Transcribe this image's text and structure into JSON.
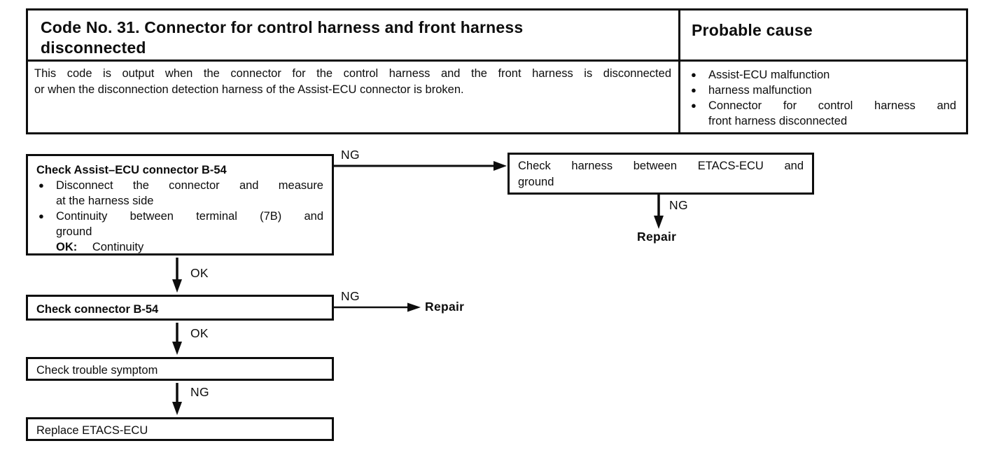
{
  "colors": {
    "ink": "#0d0d0d",
    "paper": "#ffffff"
  },
  "glyphs": {
    "bullet": "●"
  },
  "header_table": {
    "title_lines": [
      "Code No. 31. Connector for control harness and front harness",
      "disconnected"
    ],
    "probable_cause_heading": "Probable cause",
    "description_lines": [
      "This code is output when the connector for the control harness and the front harness is disconnected",
      "or when the disconnection detection harness of the Assist-ECU connector is broken."
    ],
    "probable_causes": [
      {
        "lines": [
          "Assist-ECU malfunction",
          ""
        ]
      },
      {
        "lines": [
          "harness malfunction",
          ""
        ]
      },
      {
        "lines": [
          "Connector for control harness and",
          "front harness disconnected"
        ]
      }
    ]
  },
  "flowchart": {
    "assist_box": {
      "title": "Check Assist–ECU connector B-54",
      "bullet1_lines": [
        "Disconnect the connector and measure",
        "at the harness side"
      ],
      "bullet2_lines": [
        "Continuity between terminal (7B) and",
        "ground"
      ],
      "ok_key": "OK:",
      "ok_value": "Continuity"
    },
    "harness_box_lines": [
      "Check harness between ETACS-ECU and",
      "ground"
    ],
    "connector_box_title": "Check connector B-54",
    "symptom_box_title": "Check trouble symptom",
    "replace_box_title": "Replace ETACS-ECU",
    "edge_labels": {
      "ng_top": "NG",
      "ng_right": "NG",
      "ok_mid": "OK",
      "ng_mid": "NG",
      "ok_low": "OK",
      "ng_low": "NG",
      "repair_right": "Repair",
      "repair_mid": "Repair"
    }
  }
}
